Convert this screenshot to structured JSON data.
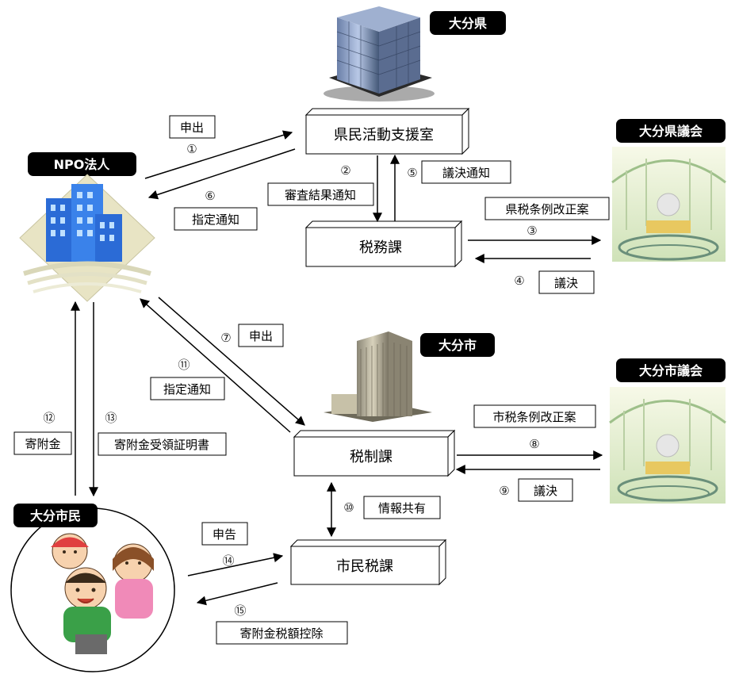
{
  "tags": {
    "pref": "大分県",
    "npo": "NPO法人",
    "pref_assembly": "大分県議会",
    "city": "大分市",
    "city_assembly": "大分市議会",
    "citizen": "大分市民"
  },
  "boxes": {
    "kenmin": "県民活動支援室",
    "zeimu": "税務課",
    "zeisei": "税制課",
    "shimin": "市民税課"
  },
  "labels": {
    "l1": "申出",
    "l2": "審査結果通知",
    "l5": "議決通知",
    "l6": "指定通知",
    "l3": "県税条例改正案",
    "l4": "議決",
    "l7": "申出",
    "l11": "指定通知",
    "l8": "市税条例改正案",
    "l9": "議決",
    "l10": "情報共有",
    "l12": "寄附金",
    "l13": "寄附金受領証明書",
    "l14": "申告",
    "l15": "寄附金税額控除"
  },
  "numbers": {
    "n1": "①",
    "n2": "②",
    "n3": "③",
    "n4": "④",
    "n5": "⑤",
    "n6": "⑥",
    "n7": "⑦",
    "n8": "⑧",
    "n9": "⑨",
    "n10": "⑩",
    "n11": "⑪",
    "n12": "⑫",
    "n13": "⑬",
    "n14": "⑭",
    "n15": "⑮"
  }
}
